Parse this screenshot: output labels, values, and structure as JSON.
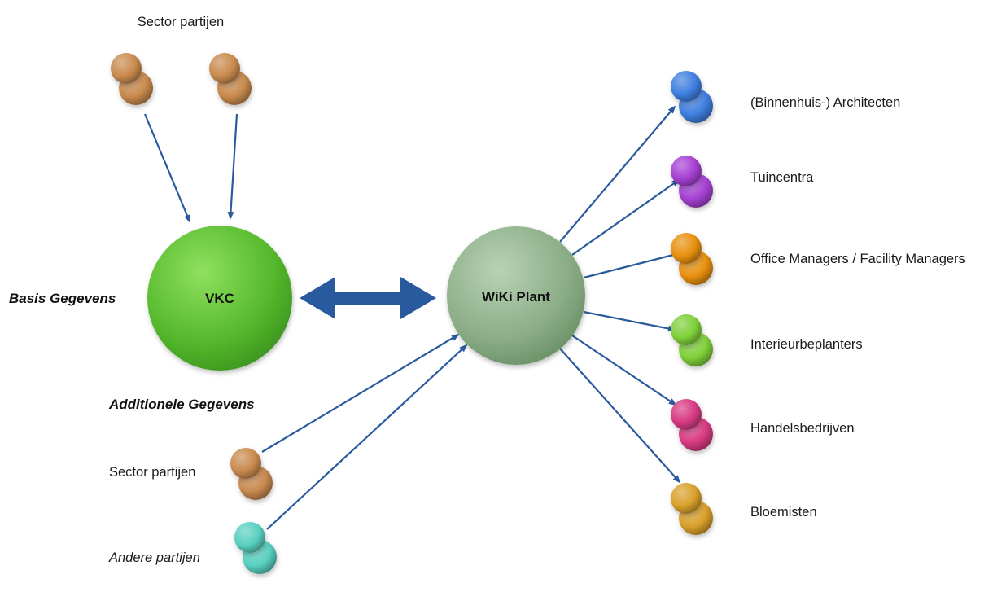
{
  "labels": {
    "sector_top": "Sector partijen",
    "basis": "Basis Gegevens",
    "additionele": "Additionele Gegevens",
    "sector_bottom": "Sector partijen",
    "andere": "Andere partijen"
  },
  "nodes": {
    "vkc": {
      "label": "VKC",
      "color": "#5fc235"
    },
    "wiki": {
      "label": "WiKi Plant",
      "color": "#8fb08c"
    }
  },
  "audiences": [
    {
      "label": "(Binnenhuis-) Architecten",
      "color": "#3f7fe0"
    },
    {
      "label": "Tuincentra",
      "color": "#a540d2"
    },
    {
      "label": "Office Managers / Facility Managers",
      "color": "#e8900f"
    },
    {
      "label": "Interieurbeplanters",
      "color": "#7fd03a"
    },
    {
      "label": "Handelsbedrijven",
      "color": "#d83a82"
    },
    {
      "label": "Bloemisten",
      "color": "#d9a02a"
    }
  ],
  "sources": {
    "sector_color": "#c98a4e",
    "andere_color": "#58d0c0"
  },
  "arrow_color": "#2a5a9e"
}
